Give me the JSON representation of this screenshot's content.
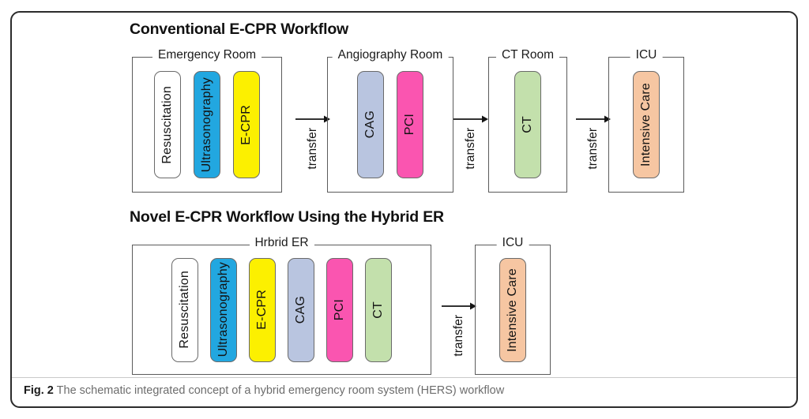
{
  "figure": {
    "caption_prefix": "Fig. 2",
    "caption_text": "The schematic integrated concept of a hybrid emergency room system (HERS) workflow"
  },
  "colors": {
    "white": "#ffffff",
    "blue": "#22A7E0",
    "yellow": "#FCF000",
    "periwinkle": "#B9C5E0",
    "pink": "#FA55B0",
    "green": "#C3E0AC",
    "peach": "#F6C6A2",
    "stroke": "#6a6a6a",
    "frame": "#2b2b2b"
  },
  "sections": [
    {
      "id": "conventional",
      "title": "Conventional E-CPR Workflow",
      "groups": [
        {
          "id": "emergency-room",
          "label": "Emergency Room",
          "boxes": [
            {
              "label": "Resuscitation",
              "color": "#ffffff"
            },
            {
              "label": "Ultrasonography",
              "color": "#22A7E0"
            },
            {
              "label": "E-CPR",
              "color": "#FCF000"
            }
          ]
        },
        {
          "id": "angiography-room",
          "label": "Angiography Room",
          "boxes": [
            {
              "label": "CAG",
              "color": "#B9C5E0"
            },
            {
              "label": "PCI",
              "color": "#FA55B0"
            }
          ]
        },
        {
          "id": "ct-room",
          "label": "CT Room",
          "boxes": [
            {
              "label": "CT",
              "color": "#C3E0AC"
            }
          ]
        },
        {
          "id": "icu",
          "label": "ICU",
          "boxes": [
            {
              "label": "Intensive Care",
              "color": "#F6C6A2"
            }
          ]
        }
      ],
      "transfers": [
        {
          "label": "transfer"
        },
        {
          "label": "transfer"
        },
        {
          "label": "transfer"
        }
      ]
    },
    {
      "id": "novel",
      "title": "Novel E-CPR Workflow Using the Hybrid ER",
      "groups": [
        {
          "id": "hybrid-er",
          "label": "Hrbrid ER",
          "boxes": [
            {
              "label": "Resuscitation",
              "color": "#ffffff"
            },
            {
              "label": "Ultrasonography",
              "color": "#22A7E0"
            },
            {
              "label": "E-CPR",
              "color": "#FCF000"
            },
            {
              "label": "CAG",
              "color": "#B9C5E0"
            },
            {
              "label": "PCI",
              "color": "#FA55B0"
            },
            {
              "label": "CT",
              "color": "#C3E0AC"
            }
          ]
        },
        {
          "id": "icu",
          "label": "ICU",
          "boxes": [
            {
              "label": "Intensive Care",
              "color": "#F6C6A2"
            }
          ]
        }
      ],
      "transfers": [
        {
          "label": "transfer"
        }
      ]
    }
  ]
}
